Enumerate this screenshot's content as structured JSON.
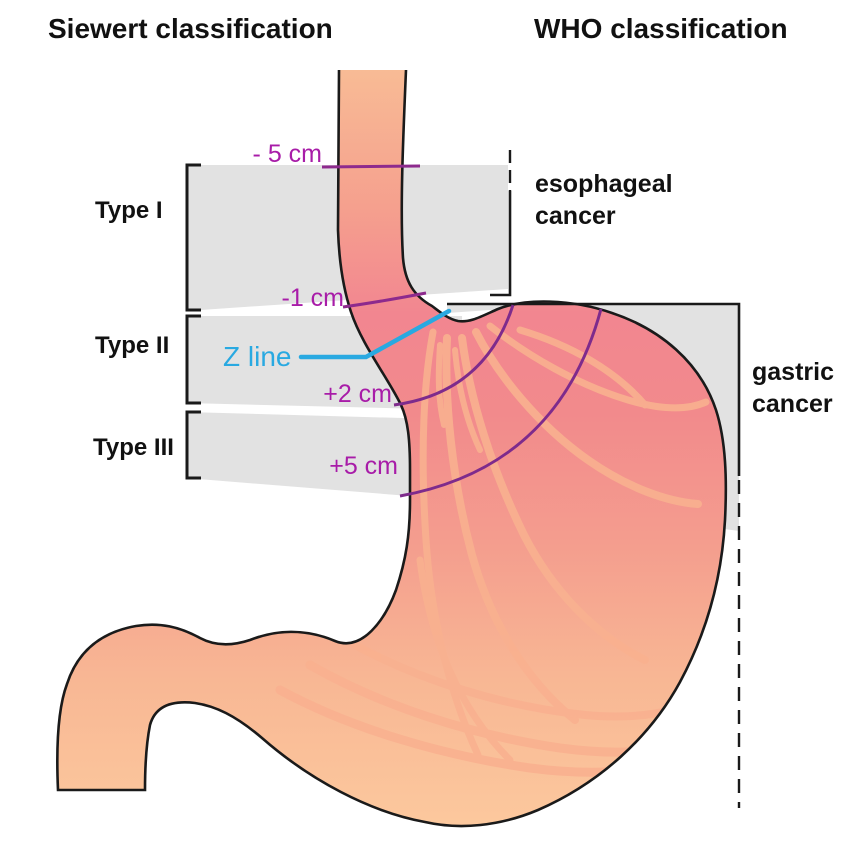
{
  "titles": {
    "siewert": "Siewert classification",
    "who": "WHO classification"
  },
  "siewert_types": {
    "type1": "Type I",
    "type2": "Type II",
    "type3": "Type III"
  },
  "landmarks": {
    "minus5": "- 5 cm",
    "minus1": "-1 cm",
    "zline": "Z line",
    "plus2": "+2 cm",
    "plus5": "+5 cm"
  },
  "who_regions": {
    "esophageal_line1": "esophageal",
    "esophageal_line2": "cancer",
    "gastric_line1": "gastric",
    "gastric_line2": "cancer"
  },
  "colors": {
    "measurement_label": "#a81ca8",
    "measurement_line": "#8d2a8d",
    "arc_line": "#7e2b8c",
    "z_line": "#29a9e1",
    "band_gray": "#e2e2e2",
    "outline_black": "#1a1a1a",
    "stomach_pink": "#f28690",
    "stomach_peach": "#fcc99e",
    "rugae_peach": "#f9b190"
  }
}
